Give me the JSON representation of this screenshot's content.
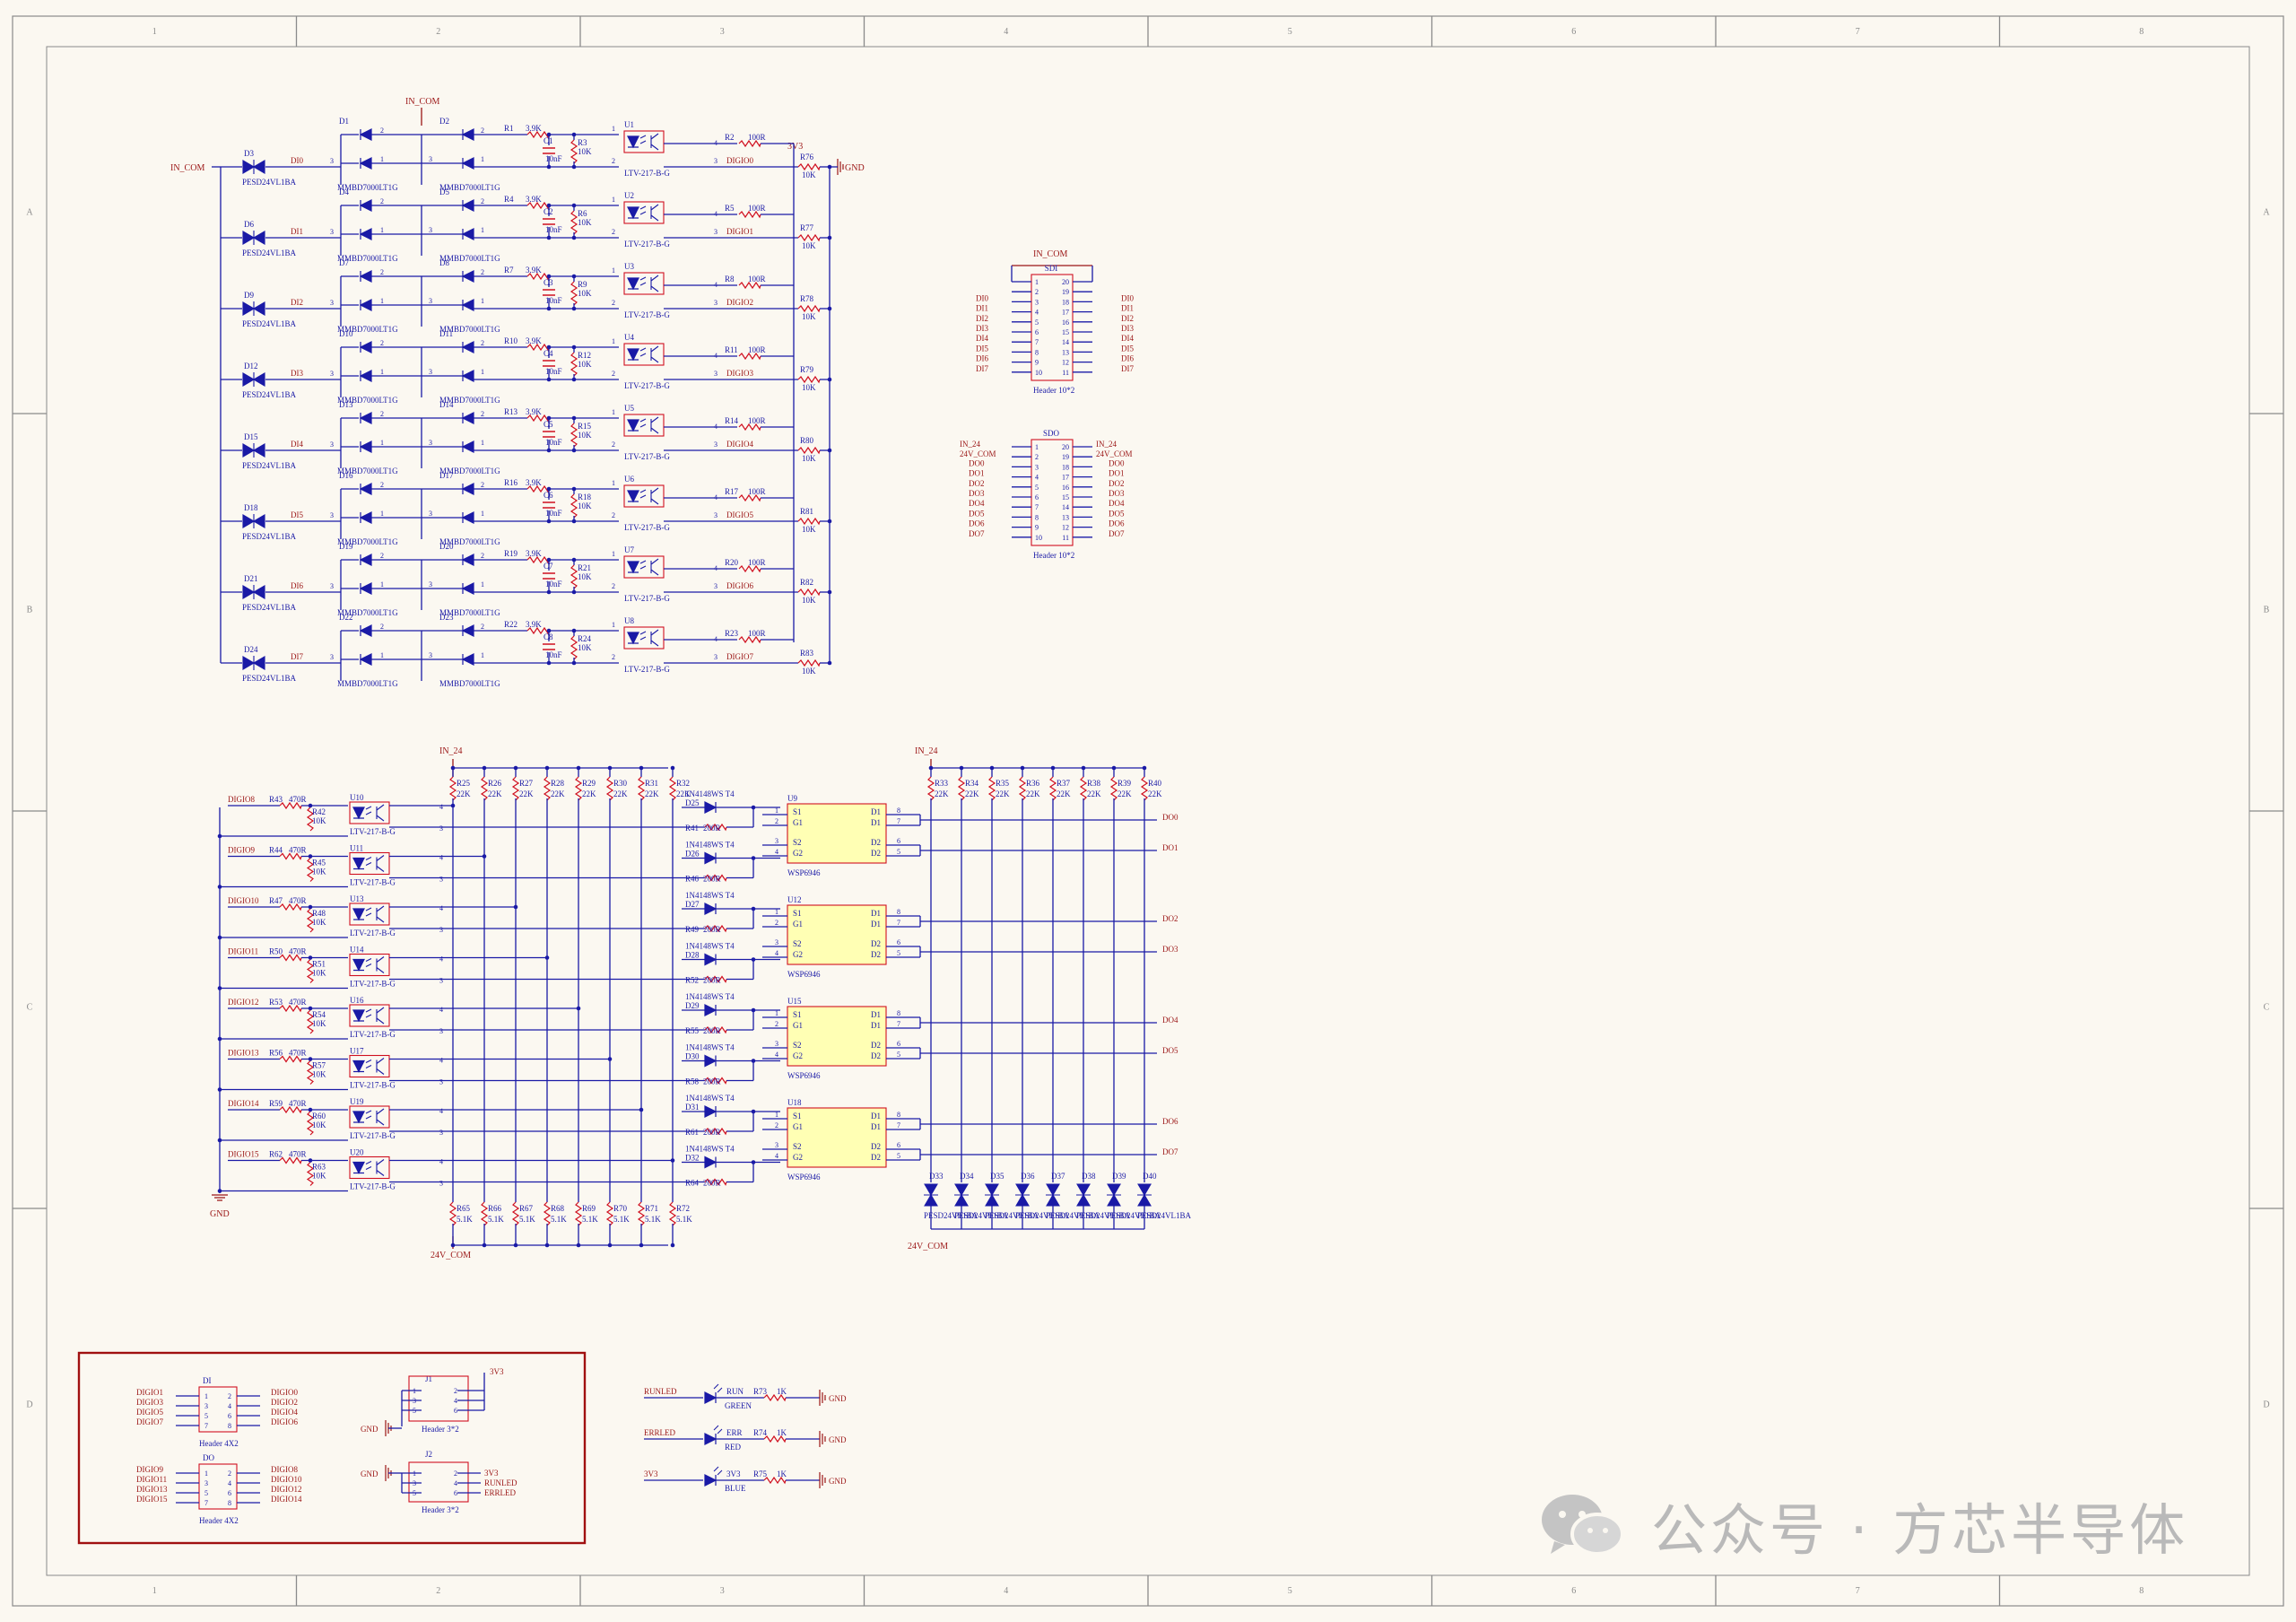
{
  "border": {
    "columns": [
      "1",
      "2",
      "3",
      "4",
      "5",
      "6",
      "7",
      "8"
    ],
    "rows": [
      "A",
      "B",
      "C",
      "D"
    ]
  },
  "colors": {
    "paper": "#fbf8f1",
    "wire": "#1a1aa6",
    "net": "#9b1616",
    "comp": "#d01020",
    "border": "#8a8a8a",
    "mosfet_fill": "#ffffb4",
    "connector_box": "#a01010"
  },
  "input_section": {
    "net_in_com": "IN_COM",
    "net_3v3": "3V3",
    "net_gnd": "GND",
    "channels": [
      {
        "tvs": "D3",
        "tvs_part": "PESD24VL1BA",
        "net": "DI0",
        "da": "D1",
        "db": "D2",
        "r_series": "R1",
        "r_series_val": "3.9K",
        "cap": "C1",
        "cap_val": "10nF",
        "r_pd": "R3",
        "r_pd_val": "10K",
        "opto": "U1",
        "opto_part": "LTV-217-B-G",
        "r_out": "R2",
        "r_out_val": "100R",
        "out_net": "DIGIO0",
        "r_pu": "R76",
        "r_pu_val": "10K"
      },
      {
        "tvs": "D6",
        "tvs_part": "PESD24VL1BA",
        "net": "DI1",
        "da": "D4",
        "db": "D5",
        "r_series": "R4",
        "r_series_val": "3.9K",
        "cap": "C2",
        "cap_val": "10nF",
        "r_pd": "R6",
        "r_pd_val": "10K",
        "opto": "U2",
        "opto_part": "LTV-217-B-G",
        "r_out": "R5",
        "r_out_val": "100R",
        "out_net": "DIGIO1",
        "r_pu": "R77",
        "r_pu_val": "10K"
      },
      {
        "tvs": "D9",
        "tvs_part": "PESD24VL1BA",
        "net": "DI2",
        "da": "D7",
        "db": "D8",
        "r_series": "R7",
        "r_series_val": "3.9K",
        "cap": "C3",
        "cap_val": "10nF",
        "r_pd": "R9",
        "r_pd_val": "10K",
        "opto": "U3",
        "opto_part": "LTV-217-B-G",
        "r_out": "R8",
        "r_out_val": "100R",
        "out_net": "DIGIO2",
        "r_pu": "R78",
        "r_pu_val": "10K"
      },
      {
        "tvs": "D12",
        "tvs_part": "PESD24VL1BA",
        "net": "DI3",
        "da": "D10",
        "db": "D11",
        "r_series": "R10",
        "r_series_val": "3.9K",
        "cap": "C4",
        "cap_val": "10nF",
        "r_pd": "R12",
        "r_pd_val": "10K",
        "opto": "U4",
        "opto_part": "LTV-217-B-G",
        "r_out": "R11",
        "r_out_val": "100R",
        "out_net": "DIGIO3",
        "r_pu": "R79",
        "r_pu_val": "10K"
      },
      {
        "tvs": "D15",
        "tvs_part": "PESD24VL1BA",
        "net": "DI4",
        "da": "D13",
        "db": "D14",
        "r_series": "R13",
        "r_series_val": "3.9K",
        "cap": "C5",
        "cap_val": "10nF",
        "r_pd": "R15",
        "r_pd_val": "10K",
        "opto": "U5",
        "opto_part": "LTV-217-B-G",
        "r_out": "R14",
        "r_out_val": "100R",
        "out_net": "DIGIO4",
        "r_pu": "R80",
        "r_pu_val": "10K"
      },
      {
        "tvs": "D18",
        "tvs_part": "PESD24VL1BA",
        "net": "DI5",
        "da": "D16",
        "db": "D17",
        "r_series": "R16",
        "r_series_val": "3.9K",
        "cap": "C6",
        "cap_val": "10nF",
        "r_pd": "R18",
        "r_pd_val": "10K",
        "opto": "U6",
        "opto_part": "LTV-217-B-G",
        "r_out": "R17",
        "r_out_val": "100R",
        "out_net": "DIGIO5",
        "r_pu": "R81",
        "r_pu_val": "10K"
      },
      {
        "tvs": "D21",
        "tvs_part": "PESD24VL1BA",
        "net": "DI6",
        "da": "D19",
        "db": "D20",
        "r_series": "R19",
        "r_series_val": "3.9K",
        "cap": "C7",
        "cap_val": "10nF",
        "r_pd": "R21",
        "r_pd_val": "10K",
        "opto": "U7",
        "opto_part": "LTV-217-B-G",
        "r_out": "R20",
        "r_out_val": "100R",
        "out_net": "DIGIO6",
        "r_pu": "R82",
        "r_pu_val": "10K"
      },
      {
        "tvs": "D24",
        "tvs_part": "PESD24VL1BA",
        "net": "DI7",
        "da": "D22",
        "db": "D23",
        "r_series": "R22",
        "r_series_val": "3.9K",
        "cap": "C8",
        "cap_val": "10nF",
        "r_pd": "R24",
        "r_pd_val": "10K",
        "opto": "U8",
        "opto_part": "LTV-217-B-G",
        "r_out": "R23",
        "r_out_val": "100R",
        "out_net": "DIGIO7",
        "r_pu": "R83",
        "r_pu_val": "10K"
      }
    ],
    "dual_diode_part": "MMBD7000LT1G"
  },
  "connectors": {
    "sdi": {
      "title_net": "IN_COM",
      "designator": "SDI",
      "part": "Header 10*2",
      "left_nets": [
        "DI0",
        "DI1",
        "DI2",
        "DI3",
        "DI4",
        "DI5",
        "DI6",
        "DI7"
      ],
      "right_nets": [
        "DI0",
        "DI1",
        "DI2",
        "DI3",
        "DI4",
        "DI5",
        "DI6",
        "DI7"
      ],
      "pins_left": [
        "1",
        "2",
        "3",
        "4",
        "5",
        "6",
        "7",
        "8",
        "9",
        "10"
      ],
      "pins_right": [
        "20",
        "19",
        "18",
        "17",
        "16",
        "15",
        "14",
        "13",
        "12",
        "11"
      ]
    },
    "sdo": {
      "designator": "SDO",
      "part": "Header 10*2",
      "left_top_nets": [
        "IN_24",
        "24V_COM"
      ],
      "right_top_nets": [
        "IN_24",
        "24V_COM"
      ],
      "left_nets": [
        "DO0",
        "DO1",
        "DO2",
        "DO3",
        "DO4",
        "DO5",
        "DO6",
        "DO7"
      ],
      "right_nets": [
        "DO0",
        "DO1",
        "DO2",
        "DO3",
        "DO4",
        "DO5",
        "DO6",
        "DO7"
      ],
      "pins_left": [
        "1",
        "2",
        "3",
        "4",
        "5",
        "6",
        "7",
        "8",
        "9",
        "10"
      ],
      "pins_right": [
        "20",
        "19",
        "18",
        "17",
        "16",
        "15",
        "14",
        "13",
        "12",
        "11"
      ]
    }
  },
  "output_section": {
    "net_in_24": "IN_24",
    "net_24v_com": "24V_COM",
    "net_gnd": "GND",
    "drivers": [
      {
        "in_net": "DIGIO8",
        "r_in": "R43",
        "r_in_val": "470R",
        "r_pd": "R42",
        "r_pd_val": "10K",
        "opto": "U10",
        "opto_part": "LTV-217-B-G"
      },
      {
        "in_net": "DIGIO9",
        "r_in": "R44",
        "r_in_val": "470R",
        "r_pd": "R45",
        "r_pd_val": "10K",
        "opto": "U11",
        "opto_part": "LTV-217-B-G"
      },
      {
        "in_net": "DIGIO10",
        "r_in": "R47",
        "r_in_val": "470R",
        "r_pd": "R48",
        "r_pd_val": "10K",
        "opto": "U13",
        "opto_part": "LTV-217-B-G"
      },
      {
        "in_net": "DIGIO11",
        "r_in": "R50",
        "r_in_val": "470R",
        "r_pd": "R51",
        "r_pd_val": "10K",
        "opto": "U14",
        "opto_part": "LTV-217-B-G"
      },
      {
        "in_net": "DIGIO12",
        "r_in": "R53",
        "r_in_val": "470R",
        "r_pd": "R54",
        "r_pd_val": "10K",
        "opto": "U16",
        "opto_part": "LTV-217-B-G"
      },
      {
        "in_net": "DIGIO13",
        "r_in": "R56",
        "r_in_val": "470R",
        "r_pd": "R57",
        "r_pd_val": "10K",
        "opto": "U17",
        "opto_part": "LTV-217-B-G"
      },
      {
        "in_net": "DIGIO14",
        "r_in": "R59",
        "r_in_val": "470R",
        "r_pd": "R60",
        "r_pd_val": "10K",
        "opto": "U19",
        "opto_part": "LTV-217-B-G"
      },
      {
        "in_net": "DIGIO15",
        "r_in": "R62",
        "r_in_val": "470R",
        "r_pd": "R63",
        "r_pd_val": "10K",
        "opto": "U20",
        "opto_part": "LTV-217-B-G"
      }
    ],
    "pullups": [
      "R25",
      "R26",
      "R27",
      "R28",
      "R29",
      "R30",
      "R31",
      "R32"
    ],
    "pullup_val": "22K",
    "pulldowns": [
      "R65",
      "R66",
      "R67",
      "R68",
      "R69",
      "R70",
      "R71",
      "R72"
    ],
    "pulldown_val": "5.1K",
    "gate_diodes": [
      {
        "d": "D25",
        "r": "R41"
      },
      {
        "d": "D26",
        "r": "R46"
      },
      {
        "d": "D27",
        "r": "R49"
      },
      {
        "d": "D28",
        "r": "R52"
      },
      {
        "d": "D29",
        "r": "R55"
      },
      {
        "d": "D30",
        "r": "R58"
      },
      {
        "d": "D31",
        "r": "R61"
      },
      {
        "d": "D32",
        "r": "R64"
      }
    ],
    "gate_diode_part": "1N4148WS T4",
    "gate_r_val": "200R",
    "mosfets": [
      {
        "ref": "U9",
        "part": "WSP6946",
        "out_a": "DO0",
        "out_b": "DO1"
      },
      {
        "ref": "U12",
        "part": "WSP6946",
        "out_a": "DO2",
        "out_b": "DO3"
      },
      {
        "ref": "U15",
        "part": "WSP6946",
        "out_a": "DO4",
        "out_b": "DO5"
      },
      {
        "ref": "U18",
        "part": "WSP6946",
        "out_a": "DO6",
        "out_b": "DO7"
      }
    ],
    "mosfet_pins": {
      "s1": "S1",
      "g1": "G1",
      "s2": "S2",
      "g2": "G2",
      "d1": "D1",
      "d2": "D2"
    },
    "out_pullups": [
      "R33",
      "R34",
      "R35",
      "R36",
      "R37",
      "R38",
      "R39",
      "R40"
    ],
    "out_pullup_val": "22K",
    "out_tvs": [
      "D33",
      "D34",
      "D35",
      "D36",
      "D37",
      "D38",
      "D39",
      "D40"
    ],
    "out_tvs_part": "PESD24VL1BA"
  },
  "mcu_headers": {
    "di": {
      "designator": "DI",
      "part": "Header 4X2",
      "left": [
        "DIGIO1",
        "DIGIO3",
        "DIGIO5",
        "DIGIO7"
      ],
      "right": [
        "DIGIO0",
        "DIGIO2",
        "DIGIO4",
        "DIGIO6"
      ],
      "pins_left": [
        "1",
        "3",
        "5",
        "7"
      ],
      "pins_right": [
        "2",
        "4",
        "6",
        "8"
      ]
    },
    "do": {
      "designator": "DO",
      "part": "Header 4X2",
      "left": [
        "DIGIO9",
        "DIGIO11",
        "DIGIO13",
        "DIGIO15"
      ],
      "right": [
        "DIGIO8",
        "DIGIO10",
        "DIGIO12",
        "DIGIO14"
      ],
      "pins_left": [
        "1",
        "3",
        "5",
        "7"
      ],
      "pins_right": [
        "2",
        "4",
        "6",
        "8"
      ]
    },
    "j1": {
      "designator": "J1",
      "part": "Header 3*2",
      "net_top": "3V3",
      "net_left": "GND",
      "pins_left": [
        "1",
        "3",
        "5"
      ],
      "pins_right": [
        "2",
        "4",
        "6"
      ]
    },
    "j2": {
      "designator": "J2",
      "part": "Header 3*2",
      "net_left": "GND",
      "nets_right": [
        "3V3",
        "RUNLED",
        "ERRLED"
      ],
      "pins_left": [
        "1",
        "3",
        "5"
      ],
      "pins_right": [
        "2",
        "4",
        "6"
      ]
    }
  },
  "leds": [
    {
      "net": "RUNLED",
      "ref": "RUN",
      "color": "GREEN",
      "r": "R73",
      "r_val": "1K",
      "gnd": "GND"
    },
    {
      "net": "ERRLED",
      "ref": "ERR",
      "color": "RED",
      "r": "R74",
      "r_val": "1K",
      "gnd": "GND"
    },
    {
      "net": "3V3",
      "ref": "3V3",
      "color": "BLUE",
      "r": "R75",
      "r_val": "1K",
      "gnd": "GND"
    }
  ],
  "watermark": {
    "text": "公众号 · 方芯半导体",
    "icon": "wechat-icon"
  }
}
